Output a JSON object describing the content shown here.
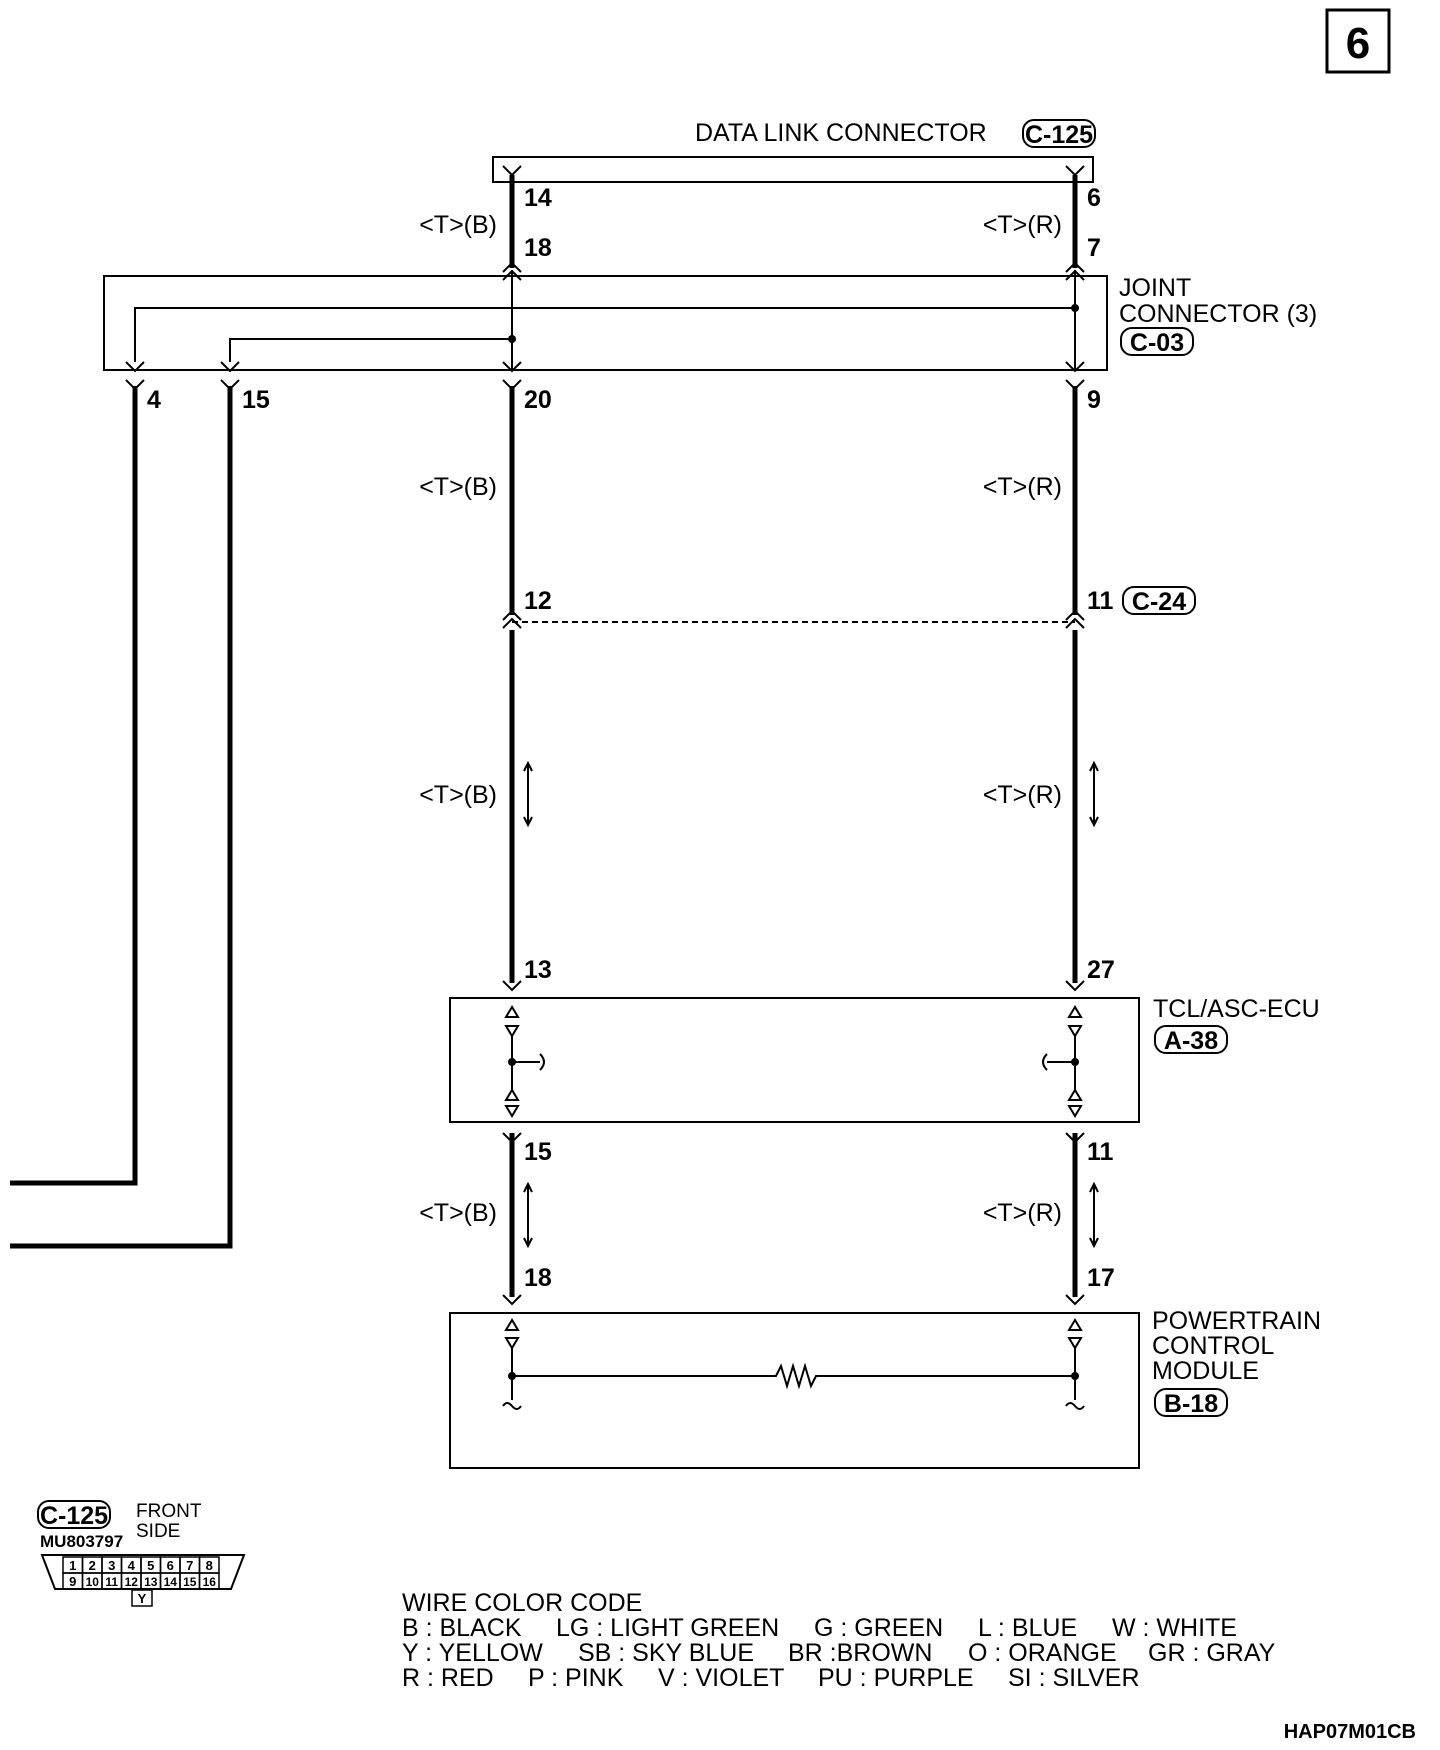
{
  "page_number": "6",
  "drawing_code": "HAP07M01CB",
  "connectors": {
    "dlc": {
      "name": "DATA LINK CONNECTOR",
      "code": "C-125"
    },
    "joint": {
      "name_line1": "JOINT",
      "name_line2": "CONNECTOR (3)",
      "code": "C-03"
    },
    "inline": {
      "code": "C-24"
    },
    "tcl": {
      "name": "TCL/ASC-ECU",
      "code": "A-38"
    },
    "pcm": {
      "name_line1": "POWERTRAIN",
      "name_line2": "CONTROL",
      "name_line3": "MODULE",
      "code": "B-18"
    }
  },
  "wire_labels": {
    "left": "<T>(B)",
    "right": "<T>(R)"
  },
  "pins": {
    "dlc_left": "14",
    "dlc_right": "6",
    "joint_top_left": "18",
    "joint_top_right": "7",
    "joint_bottom_4": "4",
    "joint_bottom_15": "15",
    "joint_bottom_left": "20",
    "joint_bottom_right": "9",
    "inline_left": "12",
    "inline_right": "11",
    "tcl_top_left": "13",
    "tcl_top_right": "27",
    "tcl_bottom_left": "15",
    "tcl_bottom_right": "11",
    "pcm_left": "18",
    "pcm_right": "17"
  },
  "connector_face": {
    "code": "C-125",
    "part_number": "MU803797",
    "side_line1": "FRONT",
    "side_line2": "SIDE",
    "row1": [
      "1",
      "2",
      "3",
      "4",
      "5",
      "6",
      "7",
      "8"
    ],
    "row2": [
      "9",
      "10",
      "11",
      "12",
      "13",
      "14",
      "15",
      "16"
    ],
    "color": "Y"
  },
  "wire_color_code": {
    "title": "WIRE COLOR CODE",
    "row1": [
      "B : BLACK",
      "LG : LIGHT GREEN",
      "G : GREEN",
      "L : BLUE",
      "W : WHITE"
    ],
    "row2": [
      "Y : YELLOW",
      "SB : SKY BLUE",
      "BR :BROWN",
      "O : ORANGE",
      "GR : GRAY"
    ],
    "row3": [
      "R : RED",
      "P : PINK",
      "V : VIOLET",
      "PU : PURPLE",
      "SI : SILVER"
    ]
  }
}
